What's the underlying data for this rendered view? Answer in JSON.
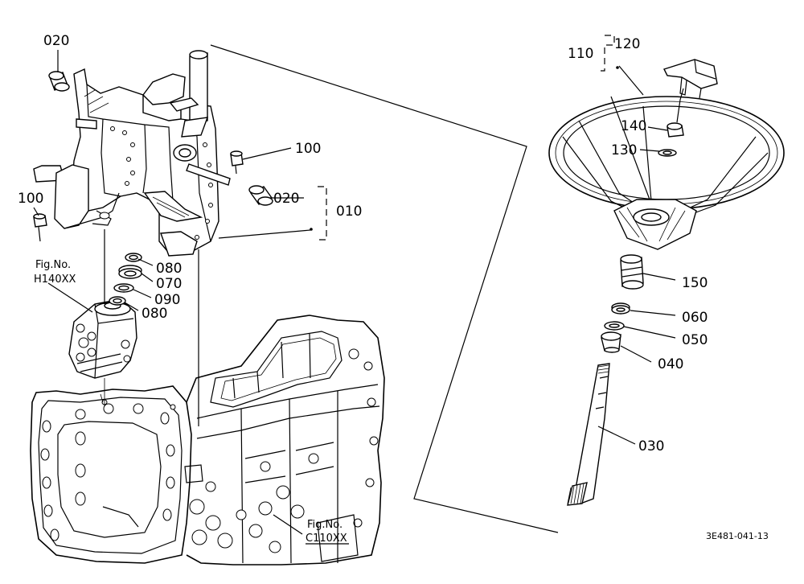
{
  "labels": {
    "p020a": "020",
    "p100a": "100",
    "p100b": "100",
    "p020b": "020",
    "p010": "010",
    "p080a": "080",
    "p070": "070",
    "p090": "090",
    "p080b": "080",
    "p110": "110",
    "p120": "120",
    "p140": "140",
    "p130": "130",
    "p150": "150",
    "p060": "060",
    "p050": "050",
    "p040": "040",
    "p030": "030"
  },
  "references": {
    "fig_h_label": "Fig.No.",
    "fig_h_code": "H140XX",
    "fig_c_label": "Fig.No.",
    "fig_c_code": "C110XX"
  },
  "drawing_code": "3E481-041-13"
}
